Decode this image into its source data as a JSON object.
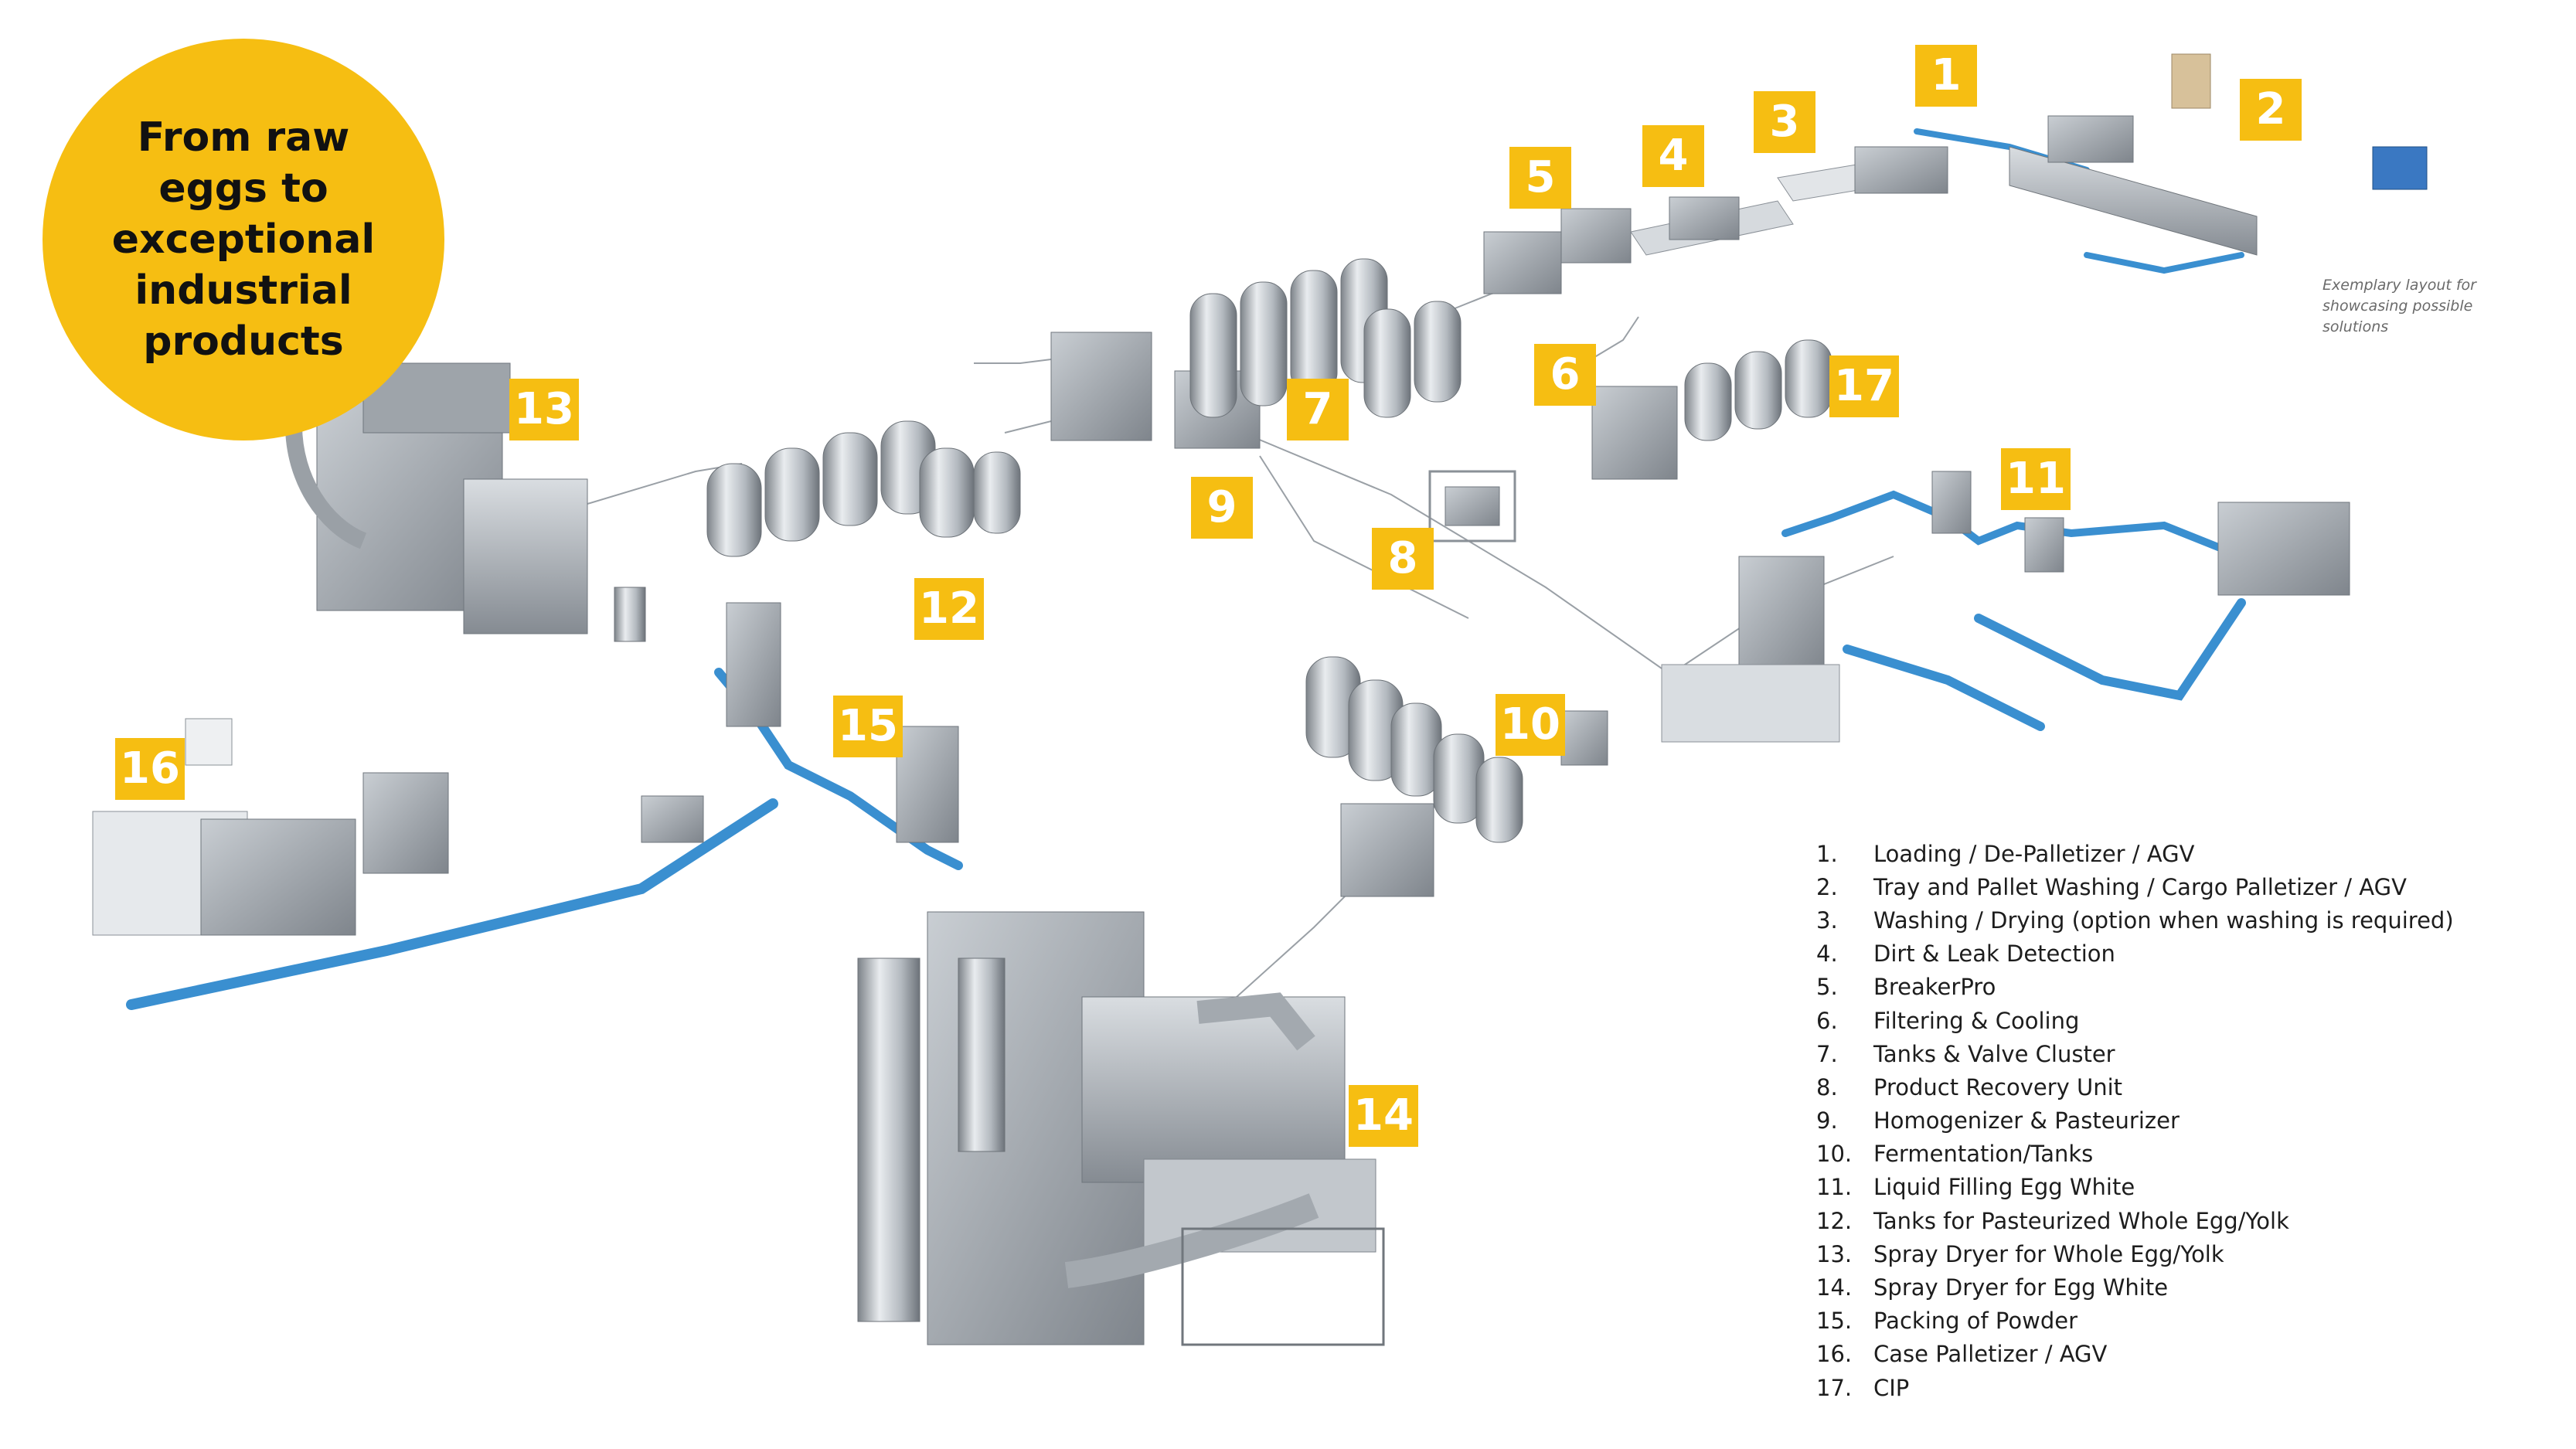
{
  "title": "From raw eggs to exceptional industrial products",
  "note": "Exemplary layout for showcasing possible solutions",
  "badges": [
    "1",
    "2",
    "3",
    "4",
    "5",
    "6",
    "7",
    "8",
    "9",
    "10",
    "11",
    "12",
    "13",
    "14",
    "15",
    "16",
    "17"
  ],
  "legend": [
    {
      "num": "1.",
      "text": "Loading / De-Palletizer / AGV"
    },
    {
      "num": "2.",
      "text": "Tray and Pallet Washing / Cargo Palletizer / AGV"
    },
    {
      "num": "3.",
      "text": "Washing / Drying (option when washing is required)"
    },
    {
      "num": "4.",
      "text": "Dirt & Leak Detection"
    },
    {
      "num": "5.",
      "text": "BreakerPro"
    },
    {
      "num": "6.",
      "text": "Filtering & Cooling"
    },
    {
      "num": "7.",
      "text": "Tanks & Valve Cluster"
    },
    {
      "num": "8.",
      "text": "Product Recovery Unit"
    },
    {
      "num": "9.",
      "text": "Homogenizer & Pasteurizer"
    },
    {
      "num": "10.",
      "text": "Fermentation/Tanks"
    },
    {
      "num": "11.",
      "text": "Liquid Filling Egg White"
    },
    {
      "num": "12.",
      "text": "Tanks for Pasteurized Whole Egg/Yolk"
    },
    {
      "num": "13.",
      "text": "Spray Dryer for Whole Egg/Yolk"
    },
    {
      "num": "14.",
      "text": "Spray Dryer for Egg White"
    },
    {
      "num": "15.",
      "text": "Packing of Powder"
    },
    {
      "num": "16.",
      "text": "Case Palletizer / AGV"
    },
    {
      "num": "17.",
      "text": "CIP"
    }
  ],
  "colors": {
    "accent": "#f6be12",
    "conveyor": "#3a8fd0",
    "steel": "#a9afb6",
    "text": "#1d1d1d"
  }
}
